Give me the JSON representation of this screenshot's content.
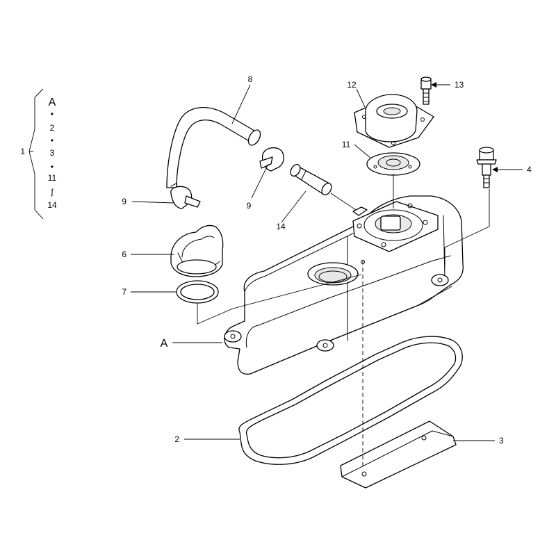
{
  "kit_bracket": {
    "number": "1",
    "entries": [
      "A",
      "•",
      "2",
      "•",
      "3",
      "•",
      "11",
      "ʃ",
      "14"
    ]
  },
  "callouts": {
    "c2": "2",
    "c3": "3",
    "c4": "4",
    "c6": "6",
    "c7": "7",
    "c8": "8",
    "c9a": "9",
    "c9b": "9",
    "c11": "11",
    "c12": "12",
    "c13": "13",
    "c14": "14",
    "cA": "A"
  }
}
